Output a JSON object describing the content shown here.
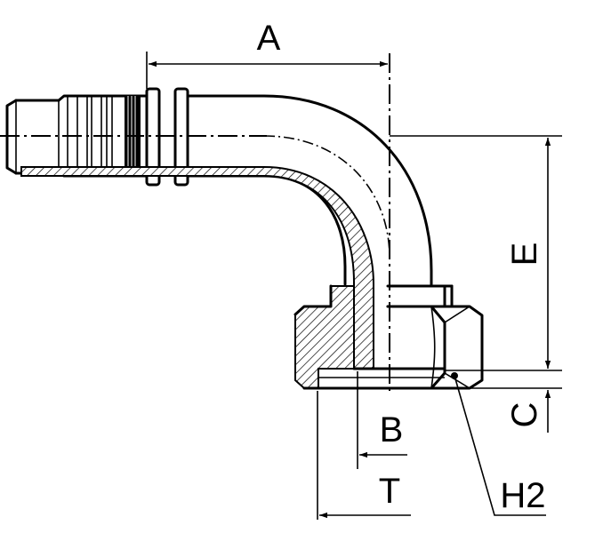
{
  "labels": {
    "a": "A",
    "b": "B",
    "c": "C",
    "e": "E",
    "t": "T",
    "h2": "H2"
  }
}
